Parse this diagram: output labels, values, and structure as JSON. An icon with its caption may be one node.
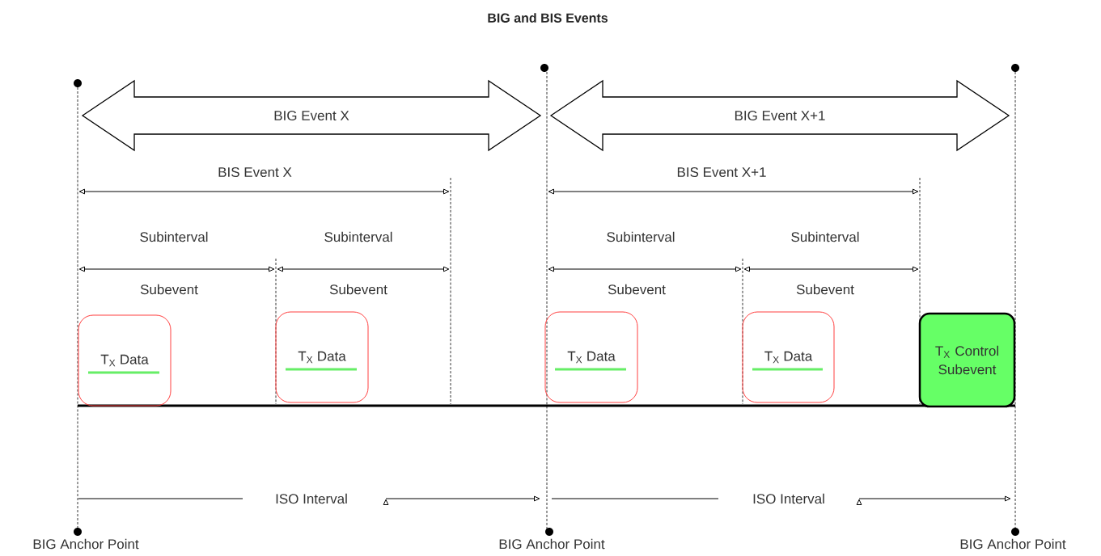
{
  "diagram": {
    "title": "BIG and BIS Events",
    "nodes": [
      {
        "text": [
          "BIG Event X"
        ]
      },
      {
        "text": [
          "BIG Event X+1"
        ]
      },
      {
        "text": [
          "T$_{X}$ Data"
        ]
      },
      {
        "text": [
          "T$_{X}$ Data"
        ]
      },
      {
        "text": [
          "T$_{X}$ Data"
        ]
      },
      {
        "text": [
          "T$_{X}$ Data"
        ]
      },
      {
        "text": [
          "T$_{X}$ Control Subevent"
        ]
      }
    ],
    "labels": [
      "BIS Event X",
      "BIS Event X+1",
      "Subinterval",
      "Subinterval",
      "Subinterval",
      "Subinterval",
      "Subevent",
      "Subevent",
      "Subevent",
      "Subevent",
      "ISO Interval",
      "ISO Interval",
      "BIG Anchor Point",
      "BIG Anchor Point",
      "BIG Anchor Point"
    ]
  }
}
